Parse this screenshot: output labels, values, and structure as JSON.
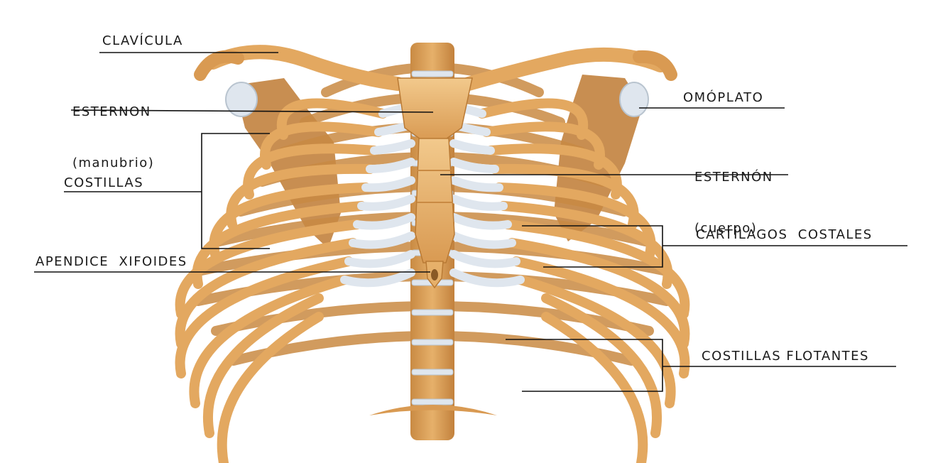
{
  "labels": {
    "clavicula": "CLAVÍCULA",
    "esternon_manubrio_1": "ESTERNON",
    "esternon_manubrio_2": "(manubrio)",
    "omoplato": "OMÓPLATO",
    "esternon_cuerpo_1": "ESTERNÓN",
    "esternon_cuerpo_2": "(cuerpo)",
    "costillas": "COSTILLAS",
    "cartilagos_costales": "CARTÍLAGOS  COSTALES",
    "apendice_xifoides": "APENDICE  XIFOIDES",
    "costillas_flotantes": "COSTILLAS FLOTANTES"
  },
  "colors": {
    "bone": "#e3a860",
    "bone_dark": "#b97a35",
    "bone_light": "#f2c98c",
    "cartilage": "#dfe6ee",
    "cartilage_shade": "#b9c4cf",
    "scapula": "#c2823e"
  }
}
